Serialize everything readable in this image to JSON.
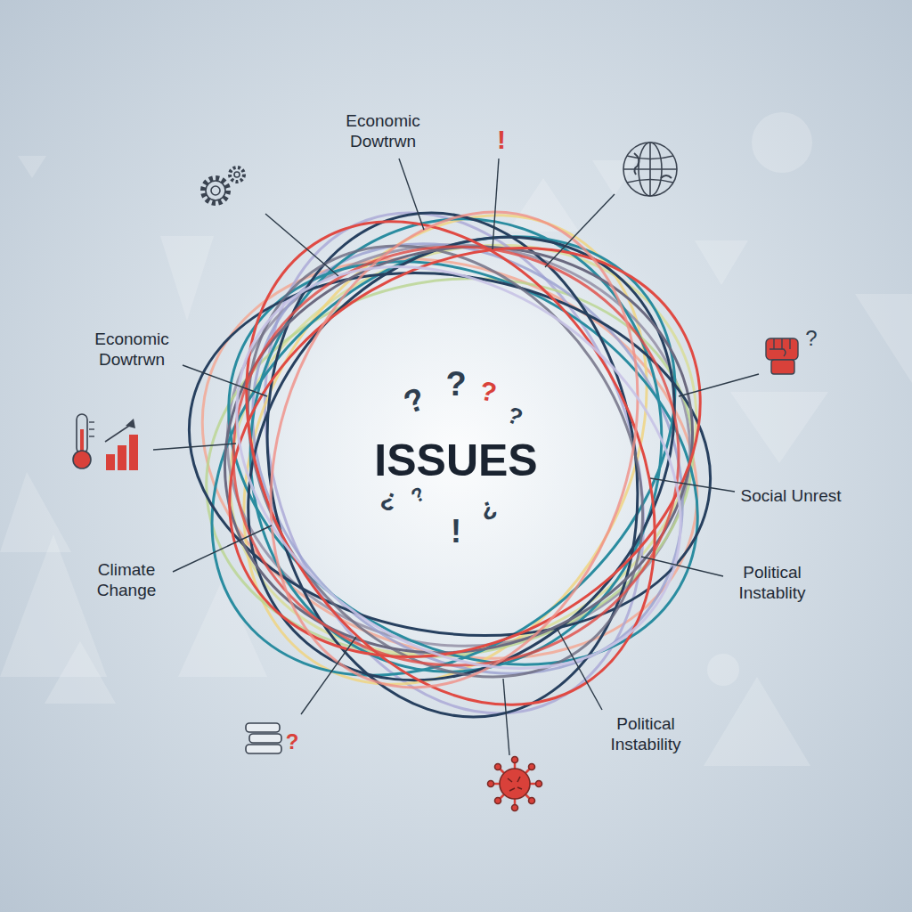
{
  "diagram": {
    "labels": [
      "Economic Dowtrwn",
      "!",
      "Economic Dowtrwn",
      "?",
      "?",
      "?",
      "?",
      "?",
      "ISSUES",
      "Social Unrest",
      "Climate Change",
      "Political Instablity",
      "?",
      "?",
      "!",
      "?",
      "Political Instability",
      "?"
    ]
  }
}
